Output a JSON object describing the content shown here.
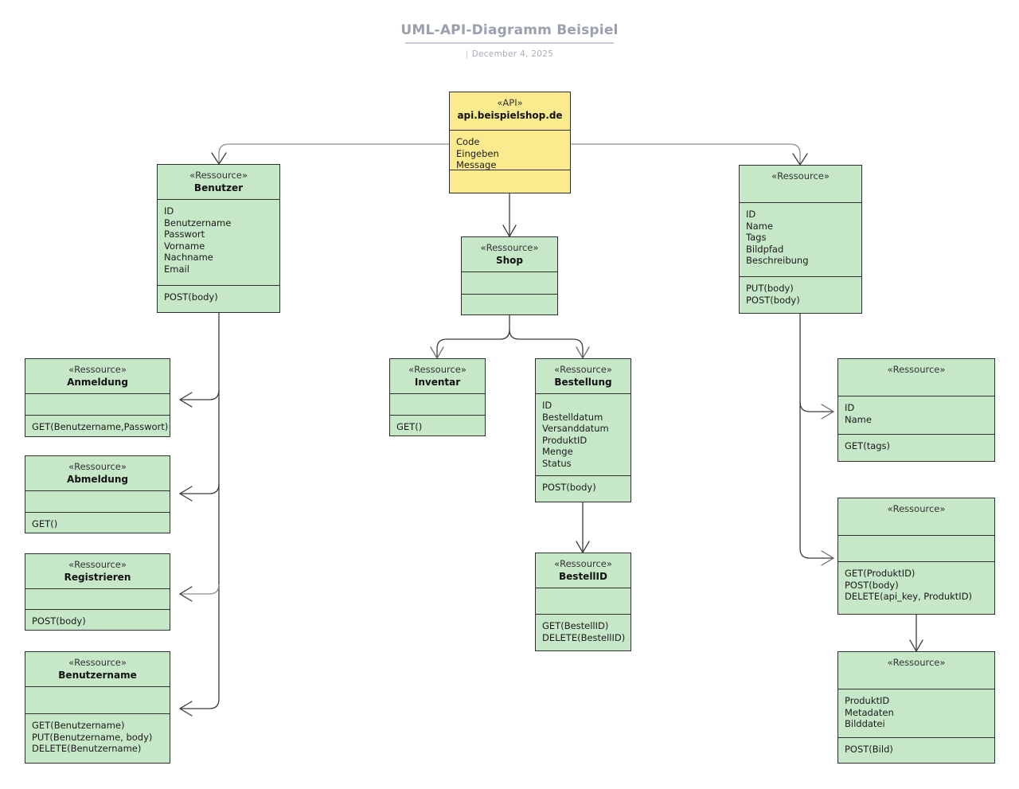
{
  "header": {
    "title": "UML-API-Diagramm Beispiel",
    "date": "December 4, 2025",
    "date_bar": "|"
  },
  "diagram": {
    "nodes": [
      {
        "id": "api",
        "stereotype": "«API»",
        "name": "api.beispielshop.de",
        "attributes": [
          "Code",
          "Eingeben",
          "Message"
        ],
        "methods": []
      },
      {
        "id": "benutzer",
        "stereotype": "«Ressource»",
        "name": "Benutzer",
        "attributes": [
          "ID",
          "Benutzername",
          "Passwort",
          "Vorname",
          "Nachname",
          "Email"
        ],
        "methods": [
          "POST(body)"
        ]
      },
      {
        "id": "shop",
        "stereotype": "«Ressource»",
        "name": "Shop",
        "attributes": [],
        "methods": []
      },
      {
        "id": "produkt",
        "stereotype": "«Ressource»",
        "name": "",
        "attributes": [
          "ID",
          "Name",
          "Tags",
          "Bildpfad",
          "Beschreibung"
        ],
        "methods": [
          "PUT(body)",
          "POST(body)"
        ]
      },
      {
        "id": "anmeldung",
        "stereotype": "«Ressource»",
        "name": "Anmeldung",
        "attributes": [],
        "methods": [
          "GET(Benutzername,Passwort)"
        ]
      },
      {
        "id": "abmeldung",
        "stereotype": "«Ressource»",
        "name": "Abmeldung",
        "attributes": [],
        "methods": [
          "GET()"
        ]
      },
      {
        "id": "registrieren",
        "stereotype": "«Ressource»",
        "name": "Registrieren",
        "attributes": [],
        "methods": [
          "POST(body)"
        ]
      },
      {
        "id": "benutzername",
        "stereotype": "«Ressource»",
        "name": "Benutzername",
        "attributes": [],
        "methods": [
          "GET(Benutzername)",
          "PUT(Benutzername, body)",
          "DELETE(Benutzername)"
        ]
      },
      {
        "id": "inventar",
        "stereotype": "«Ressource»",
        "name": "Inventar",
        "attributes": [],
        "methods": [
          "GET()"
        ]
      },
      {
        "id": "bestellung",
        "stereotype": "«Ressource»",
        "name": "Bestellung",
        "attributes": [
          "ID",
          "Bestelldatum",
          "Versanddatum",
          "ProduktID",
          "Menge",
          "Status"
        ],
        "methods": [
          "POST(body)"
        ]
      },
      {
        "id": "bestellid",
        "stereotype": "«Ressource»",
        "name": "BestellID",
        "attributes": [],
        "methods": [
          "GET(BestellID)",
          "DELETE(BestellID)"
        ]
      },
      {
        "id": "tags",
        "stereotype": "«Ressource»",
        "name": "",
        "attributes": [
          "ID",
          "Name"
        ],
        "methods": [
          "GET(tags)"
        ]
      },
      {
        "id": "produktid",
        "stereotype": "«Ressource»",
        "name": "",
        "attributes": [],
        "methods": [
          "GET(ProduktID)",
          "POST(body)",
          "DELETE(api_key, ProduktID)"
        ]
      },
      {
        "id": "bild",
        "stereotype": "«Ressource»",
        "name": "",
        "attributes": [
          "ProduktID",
          "Metadaten",
          "Bilddatei"
        ],
        "methods": [
          "POST(Bild)"
        ]
      }
    ],
    "colors": {
      "api_fill": "#fceb8e",
      "resource_fill": "#c6e8c8",
      "border": "#2e2e2e",
      "connector": "#8f8f8f",
      "title": "#9aa0ae"
    },
    "edges": [
      {
        "from": "api",
        "to": "benutzer"
      },
      {
        "from": "api",
        "to": "shop"
      },
      {
        "from": "api",
        "to": "produkt"
      },
      {
        "from": "benutzer",
        "to": "anmeldung"
      },
      {
        "from": "benutzer",
        "to": "abmeldung"
      },
      {
        "from": "benutzer",
        "to": "registrieren"
      },
      {
        "from": "benutzer",
        "to": "benutzername"
      },
      {
        "from": "shop",
        "to": "inventar"
      },
      {
        "from": "shop",
        "to": "bestellung"
      },
      {
        "from": "bestellung",
        "to": "bestellid"
      },
      {
        "from": "produkt",
        "to": "tags"
      },
      {
        "from": "produkt",
        "to": "produktid"
      },
      {
        "from": "produktid",
        "to": "bild"
      }
    ]
  }
}
